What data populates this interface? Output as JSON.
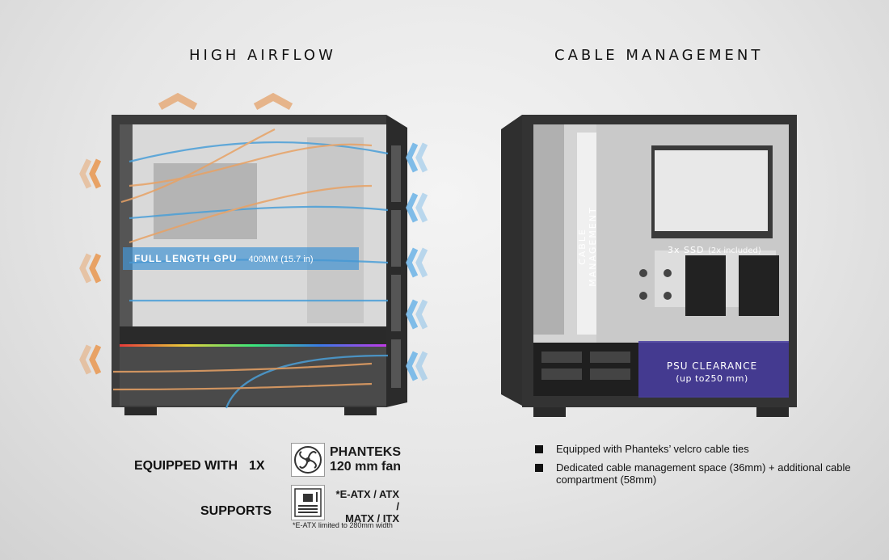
{
  "left": {
    "heading": "HIGH AIRFLOW",
    "gpu_label": "FULL LENGTH GPU",
    "gpu_value": "400MM (15.7 in)"
  },
  "right": {
    "heading": "CABLE MANAGEMENT",
    "cable_label": "CABLE MANAGEMENT",
    "ssd_label": "3x SSD",
    "ssd_sub": "(2x included)",
    "psu_label": "PSU CLEARANCE",
    "psu_sub": "(up to250 mm)"
  },
  "features": {
    "equipped": "EQUIPPED WITH",
    "equipped_count": "1X",
    "fan_brand": "PHANTEKS",
    "fan_size": "120 mm fan",
    "supports": "SUPPORTS",
    "mb_line1": "*E-ATX / ATX /",
    "mb_line2": "MATX / ITX",
    "footnote": "*E-ATX limited to 280mm width"
  },
  "bullets": [
    "Equipped with Phanteks’ velcro cable ties",
    "Dedicated cable management space (36mm) + additional cable compartment (58mm)"
  ],
  "colors": {
    "airflow_cold": "#4a9fd8",
    "airflow_warm": "#e8a265",
    "psu_overlay": "#4a3fa0",
    "gpu_overlay": "#4696d2"
  },
  "icons": [
    "chevron-up-icon",
    "chevron-left-icon",
    "fan-icon",
    "motherboard-icon",
    "bullet-square-icon"
  ]
}
